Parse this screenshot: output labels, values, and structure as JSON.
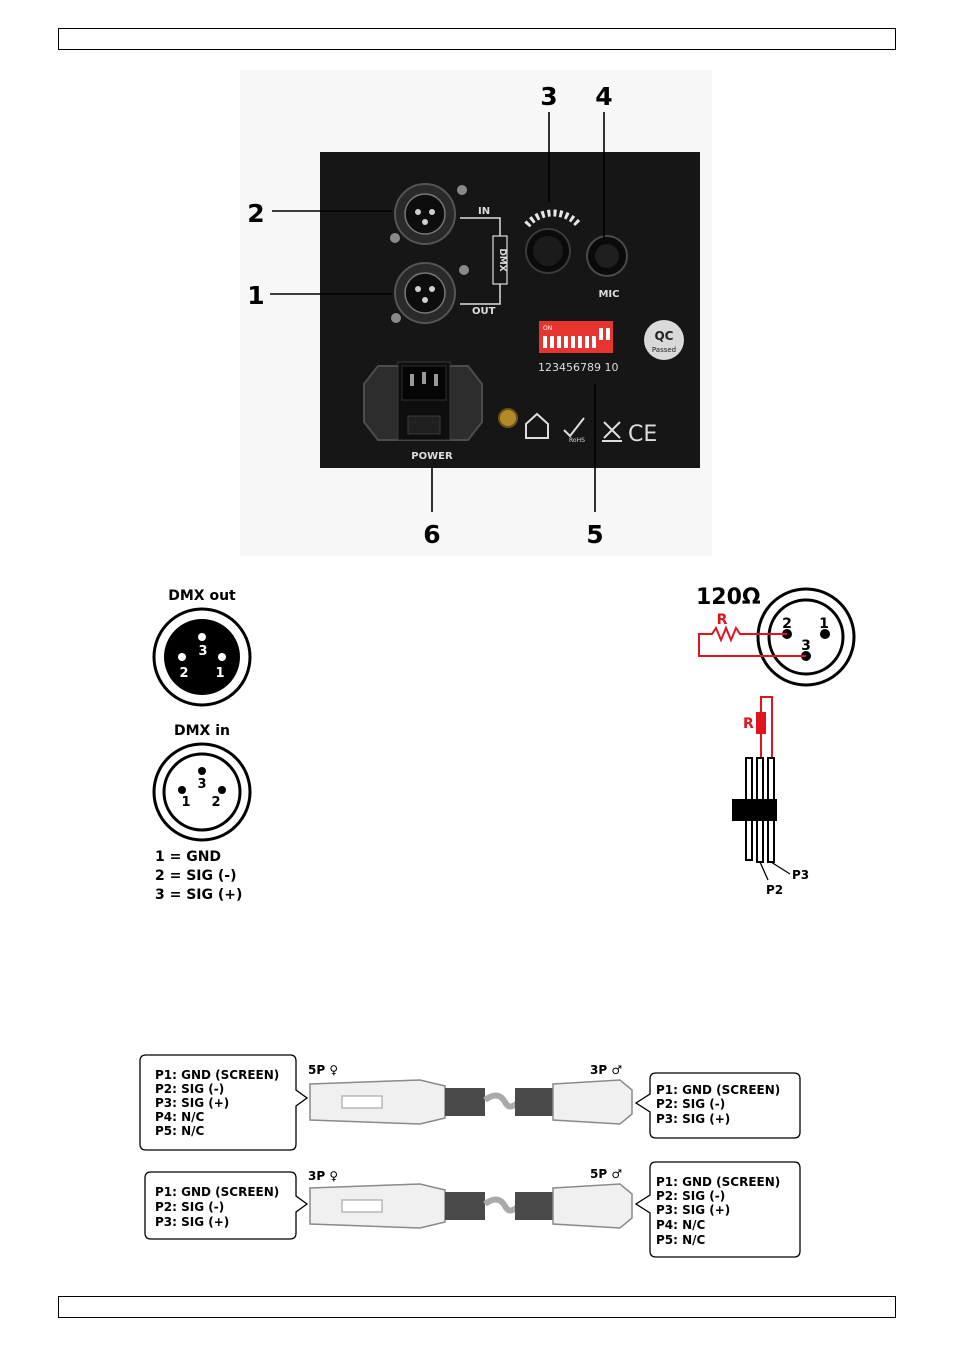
{
  "panel": {
    "callouts": {
      "n1": "1",
      "n2": "2",
      "n3": "3",
      "n4": "4",
      "n5": "5",
      "n6": "6"
    },
    "labels": {
      "in": "IN",
      "out": "OUT",
      "dmx": "DMX",
      "mic": "MIC",
      "power": "POWER",
      "dip_numbers": "123456789 10",
      "dip_on": "ON",
      "qc": "QC",
      "qc_sub": "Passed",
      "rohs": "RoHS",
      "ce": "CE"
    },
    "colors": {
      "panel": "#161616",
      "dip": "#e8342f"
    }
  },
  "dmx_out": {
    "title": "DMX out",
    "pins": [
      "3",
      "2",
      "1"
    ]
  },
  "dmx_in": {
    "title": "DMX in",
    "pins": [
      "3",
      "1",
      "2"
    ]
  },
  "pin_legend": [
    "1 = GND",
    "2 = SIG (-)",
    "3 = SIG (+)"
  ],
  "terminator": {
    "title": "120Ω",
    "resistor": "R",
    "pins": [
      "2",
      "1",
      "3"
    ],
    "p2": "P2",
    "p3": "P3",
    "color": "#e0141c"
  },
  "adapters": [
    {
      "left_tag": "5P ♀",
      "right_tag": "3P ♂",
      "left_pins": [
        "P1: GND (SCREEN)",
        "P2: SIG (-)",
        "P3: SIG (+)",
        "P4: N/C",
        "P5: N/C"
      ],
      "right_pins": [
        "P1: GND (SCREEN)",
        "P2: SIG (-)",
        "P3: SIG (+)"
      ]
    },
    {
      "left_tag": "3P ♀",
      "right_tag": "5P ♂",
      "left_pins": [
        "P1: GND (SCREEN)",
        "P2: SIG (-)",
        "P3: SIG (+)"
      ],
      "right_pins": [
        "P1: GND (SCREEN)",
        "P2: SIG (-)",
        "P3: SIG (+)",
        "P4: N/C",
        "P5: N/C"
      ]
    }
  ]
}
